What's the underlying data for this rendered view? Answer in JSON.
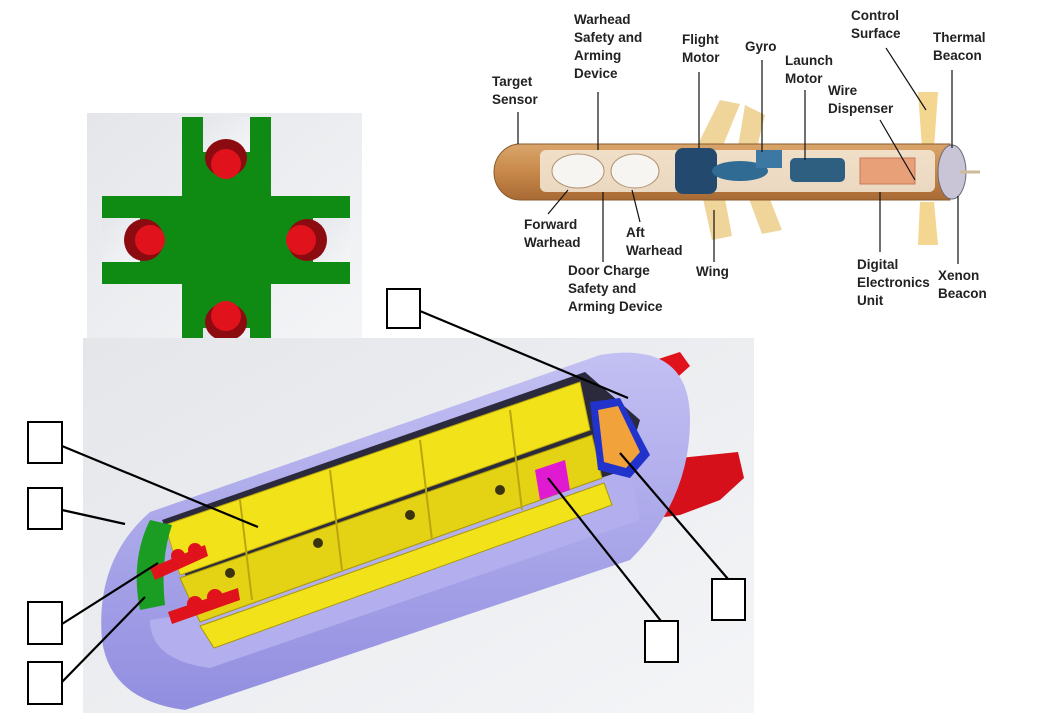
{
  "labels": {
    "warhead_safety": [
      "Warhead",
      "Safety and",
      "Arming",
      "Device"
    ],
    "flight_motor": [
      "Flight",
      "Motor"
    ],
    "gyro": [
      "Gyro"
    ],
    "launch_motor": [
      "Launch",
      "Motor"
    ],
    "control_surface": [
      "Control",
      "Surface"
    ],
    "thermal_beacon": [
      "Thermal",
      "Beacon"
    ],
    "target_sensor": [
      "Target",
      "Sensor"
    ],
    "wire_dispenser": [
      "Wire",
      "Dispenser"
    ],
    "forward_warhead": [
      "Forward",
      "Warhead"
    ],
    "aft_warhead": [
      "Aft",
      "Warhead"
    ],
    "door_charge": [
      "Door Charge",
      "Safety and",
      "Arming Device"
    ],
    "wing": [
      "Wing"
    ],
    "digital_electronics": [
      "Digital",
      "Electronics",
      "Unit"
    ],
    "xenon_beacon": [
      "Xenon",
      "Beacon"
    ]
  },
  "colors": {
    "fin_green": "#0f8a12",
    "nozzle_red": "#e0121c",
    "shell_lavender": "#a9a5ea",
    "grain_yellow": "#f2e21a",
    "missile_tan": "#c98d52"
  }
}
